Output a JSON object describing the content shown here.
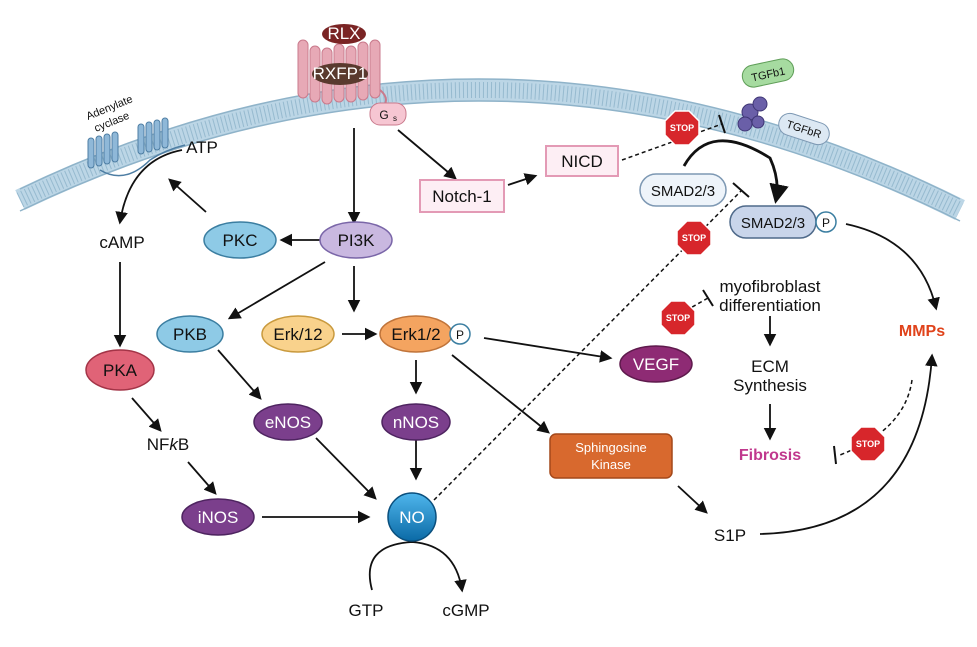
{
  "receptor": {
    "ligand": "RLX",
    "receptor": "RXFP1",
    "g_protein_main": "G",
    "g_protein_sub": "s"
  },
  "membrane": {
    "adenylate_cyclase_line1": "Adenylate",
    "adenylate_cyclase_line2": "cyclase"
  },
  "tgf": {
    "ligand": "TGFb1",
    "receptor": "TGFbR"
  },
  "nodes": {
    "atp": "ATP",
    "camp": "cAMP",
    "pka": "PKA",
    "nfkb_prefix": "NF",
    "nfkb_k": "k",
    "nfkb_suffix": "B",
    "inos": "iNOS",
    "pkc": "PKC",
    "pi3k": "PI3K",
    "pkb": "PKB",
    "enos": "eNOS",
    "erk12": "Erk/12",
    "erk1_2": "Erk1/2",
    "phospho": "P",
    "nnos": "nNOS",
    "no": "NO",
    "gtp": "GTP",
    "cgmp": "cGMP",
    "notch1": "Notch-1",
    "nicd": "NICD",
    "smad23": "SMAD2/3",
    "smad23_p": "SMAD2/3",
    "vegf": "VEGF",
    "sphingosine_line1": "Sphingosine",
    "sphingosine_line2": "Kinase",
    "s1p": "S1P",
    "myofibroblast_line1": "myofibroblast",
    "myofibroblast_line2": "differentiation",
    "ecm_line1": "ECM",
    "ecm_line2": "Synthesis",
    "fibrosis": "Fibrosis",
    "mmps": "MMPs",
    "stop": "STOP"
  },
  "colors": {
    "membrane": "#bcd6e6",
    "membrane_edge": "#8fb3c9",
    "receptor": "#e7a9b6",
    "receptor_edge": "#c97a8c",
    "ligand_rlx": "#7a2424",
    "rxfp1": "#5a3a2e",
    "adenylate": "#8fb8d8",
    "tgf_ligand": "#a6dba0",
    "tgf_receptor": "#6a5fa8",
    "pkc": "#8ecae6",
    "pi3k": "#c9b8e0",
    "pkb": "#8ecae6",
    "erk_orange": "#f4a460",
    "erk_light": "#f9d28c",
    "purple": "#7b3f8c",
    "no": "#1688c9",
    "pka": "#e06377",
    "vegf": "#8e2b74",
    "sphingosine": "#d8692e",
    "notch_fill": "#fdeef4",
    "notch_edge": "#e39ab5",
    "smad": "#dce8f3",
    "smad_edge": "#7d98b3",
    "stop": "#d7262b",
    "fibrosis": "#c0388d",
    "mmps": "#e0431b"
  }
}
